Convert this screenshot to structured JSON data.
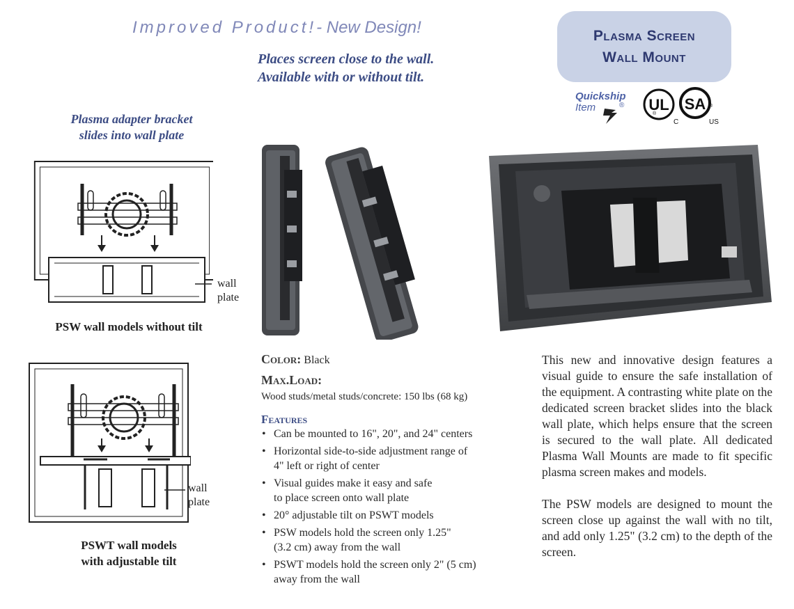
{
  "header": {
    "headline_a": "Improved Product!",
    "headline_b": "- New Design!",
    "subline_1": "Places screen close to the wall.",
    "subline_2": "Available with or without tilt."
  },
  "badge": {
    "line_1": "Plasma Screen",
    "line_2": "Wall Mount"
  },
  "quickship": {
    "word_1": "Quickship",
    "word_2": "Item",
    "reg": "®"
  },
  "certs": {
    "ul": "UL",
    "ul_reg": "®",
    "ul_c": "C",
    "csa": "SA",
    "csa_reg": "®",
    "csa_us": "US"
  },
  "left_caption": {
    "line_1": "Plasma adapter bracket",
    "line_2": "slides into wall plate"
  },
  "diagram_1": {
    "wall": "wall",
    "plate": "plate",
    "caption": "PSW wall models without tilt"
  },
  "diagram_2": {
    "wall": "wall",
    "plate": "plate",
    "caption_1": "PSWT wall models",
    "caption_2": "with adjustable tilt"
  },
  "specs": {
    "color_label": "Color:",
    "color_value": "Black",
    "load_label": "Max.Load:",
    "load_value": "Wood studs/metal studs/concrete: 150 lbs (68 kg)",
    "features_label": "Features",
    "features": [
      [
        "Can be mounted to 16\", 20\", and 24\" centers",
        ""
      ],
      [
        "Horizontal side-to-side adjustment range of",
        "4\" left or right of center"
      ],
      [
        "Visual guides make it easy and safe",
        "to place screen onto wall plate"
      ],
      [
        "20° adjustable tilt on PSWT models",
        ""
      ],
      [
        "PSW models hold the screen only 1.25\"",
        "(3.2 cm) away from the wall"
      ],
      [
        "PSWT models hold the screen only 2\" (5 cm)",
        "away from the wall"
      ]
    ]
  },
  "description": {
    "para_1": "This new and innovative design features a visual guide to ensure the safe installation of the equipment. A contrasting white plate on the dedicated screen bracket slides into the black wall plate, which helps ensure that the screen is secured to the wall plate. All dedicated Plasma Wall Mounts are made to fit specific plasma screen makes and models.",
    "para_2": "The PSW models are designed to mount the screen close up against the wall with no tilt, and add only 1.25\" (3.2 cm) to the depth of the screen."
  },
  "colors": {
    "headline": "#8088b8",
    "accent_blue": "#3c4c84",
    "badge_bg": "#c9d2e6",
    "badge_text": "#2e3970",
    "photo_dark": "#2b2c2f"
  }
}
